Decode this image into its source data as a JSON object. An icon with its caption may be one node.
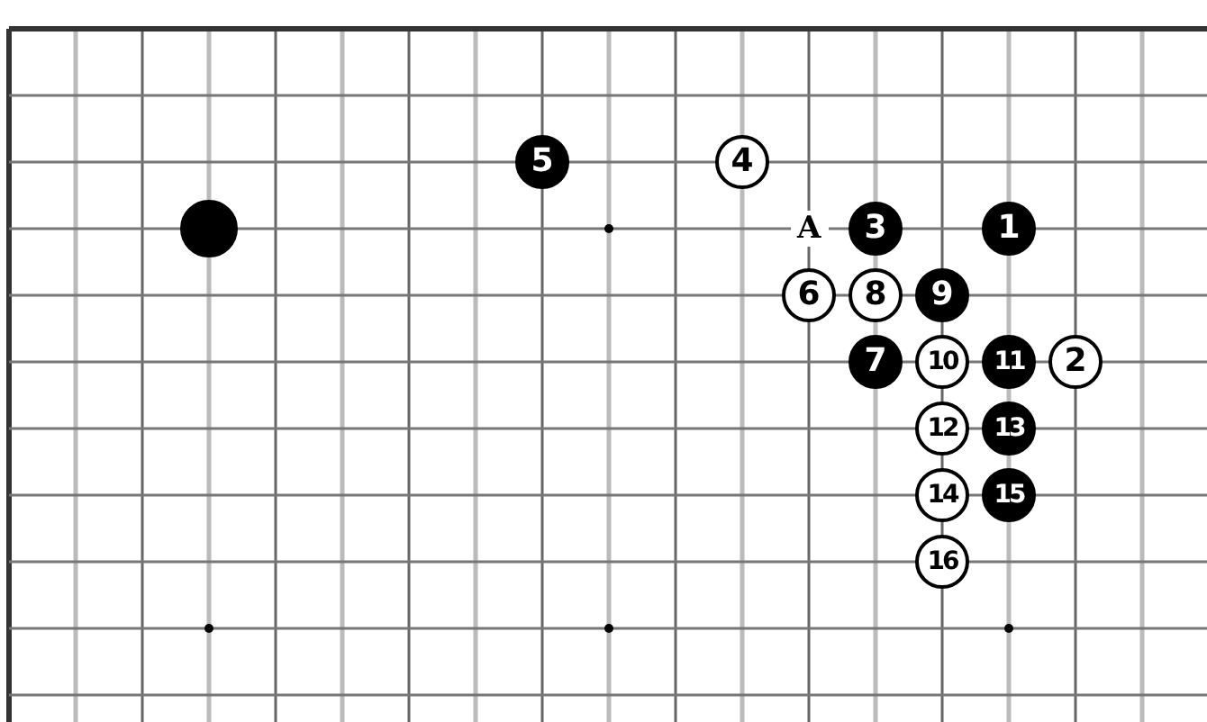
{
  "diagram": {
    "nodes": [
      {
        "text": [
          "5"
        ]
      },
      {
        "text": [
          "4"
        ]
      },
      {
        "text": [],
        "shape": "circle"
      },
      {
        "text": [
          "3"
        ]
      },
      {
        "text": [
          "1"
        ]
      },
      {
        "text": [
          "6"
        ]
      },
      {
        "text": [
          "8"
        ]
      },
      {
        "text": [
          "9"
        ]
      },
      {
        "text": [
          "7"
        ]
      },
      {
        "text": [
          "10"
        ]
      },
      {
        "text": [
          "11"
        ]
      },
      {
        "text": [
          "2"
        ]
      },
      {
        "text": [
          "12"
        ]
      },
      {
        "text": [
          "13"
        ]
      },
      {
        "text": [
          "14"
        ]
      },
      {
        "text": [
          "15"
        ]
      },
      {
        "text": [
          "16"
        ]
      }
    ],
    "labels": [
      "A"
    ]
  }
}
